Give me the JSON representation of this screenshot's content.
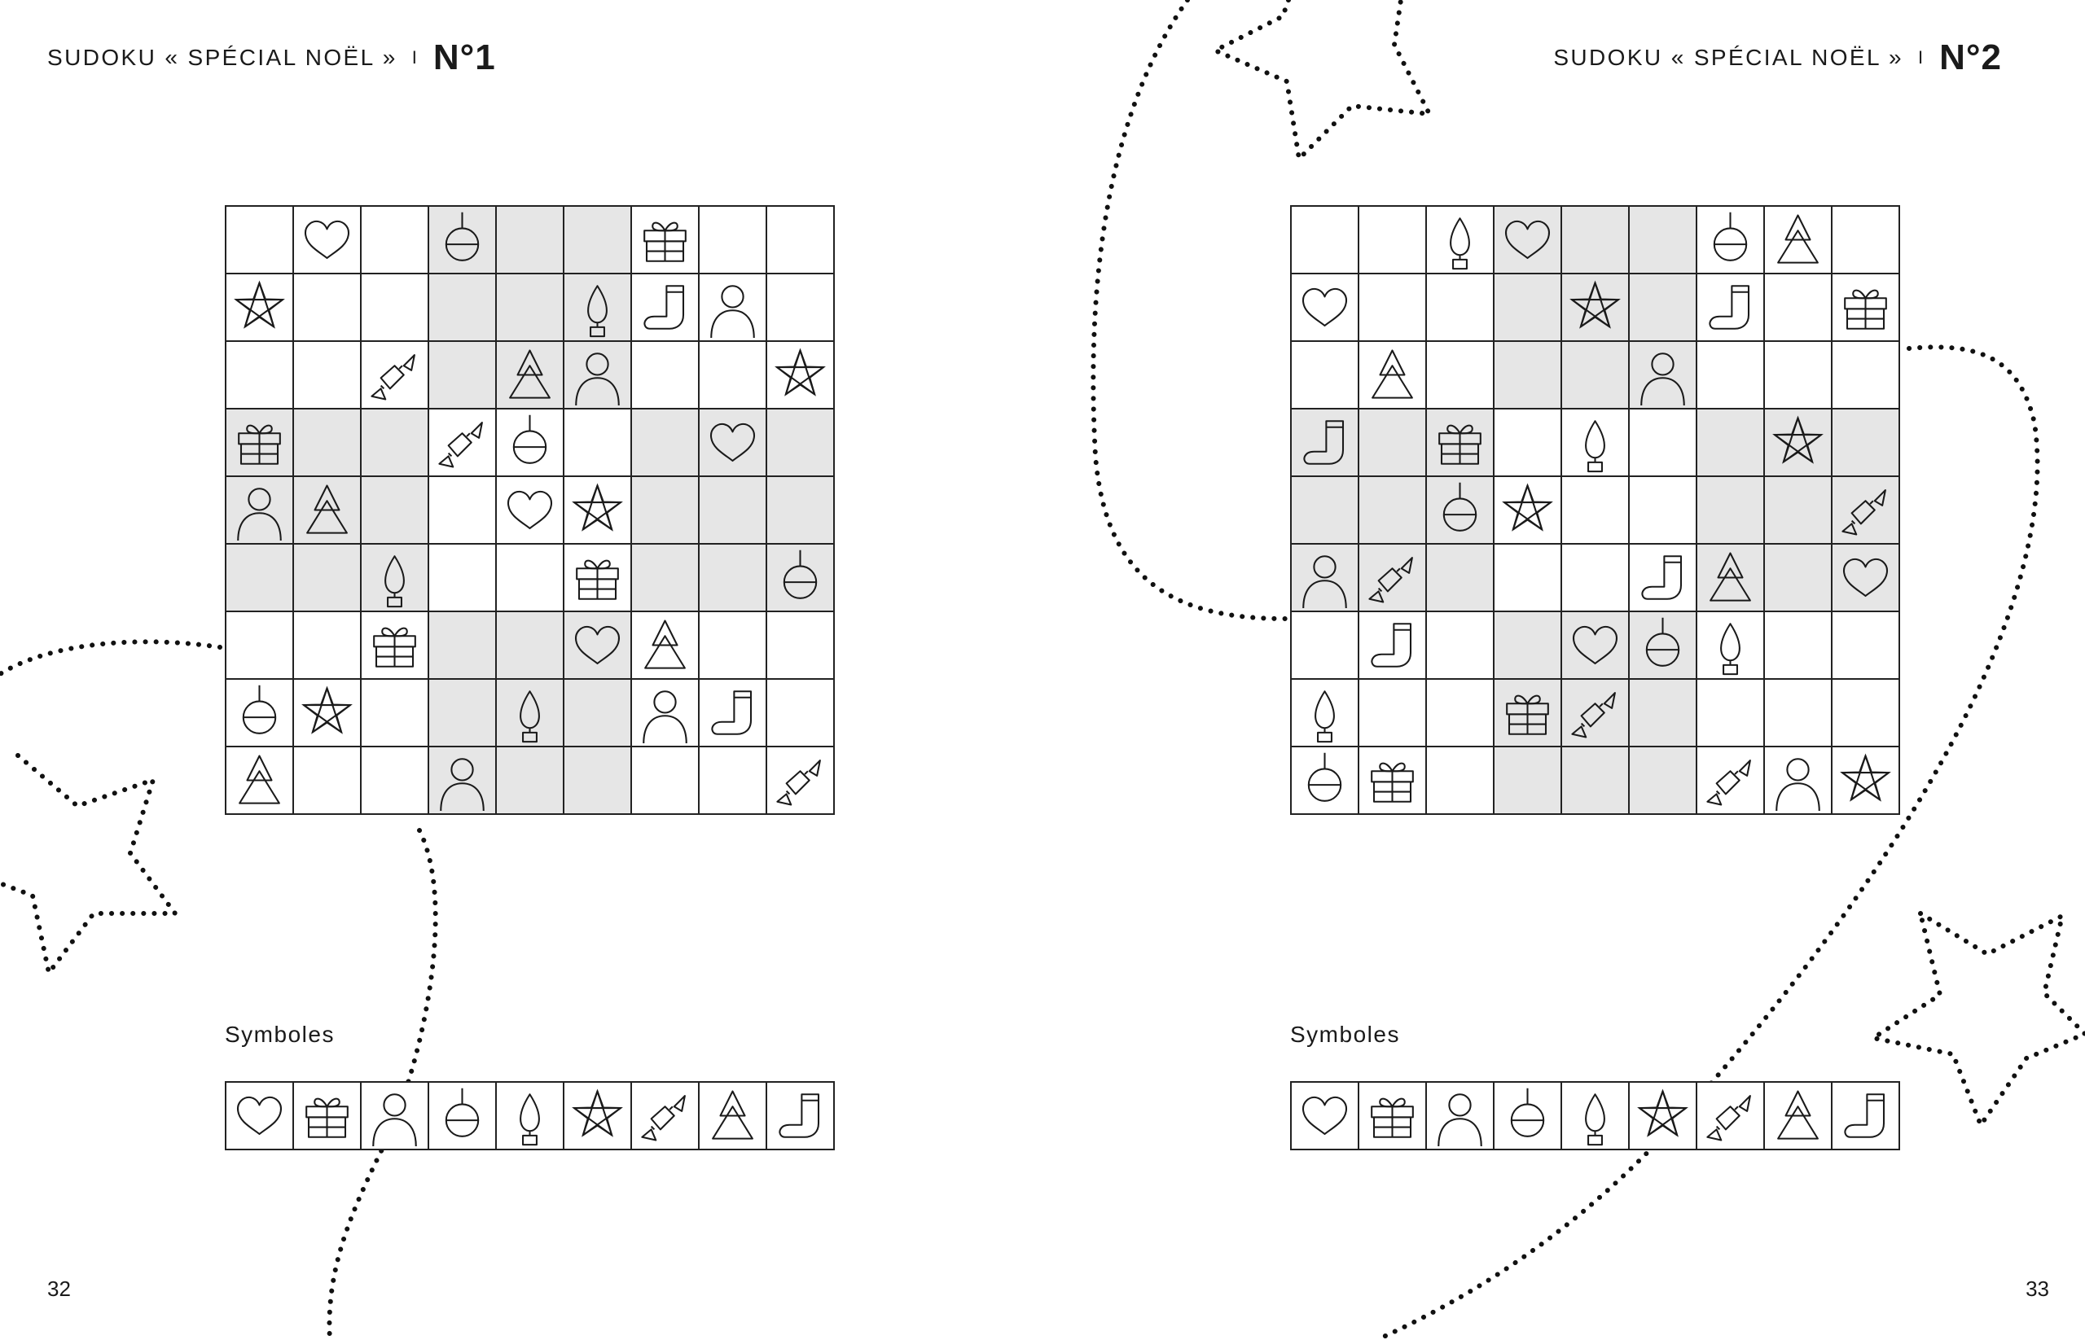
{
  "spread": {
    "accent_color": "#1a1a1a",
    "shade_color": "#e6e6e6",
    "pages": [
      {
        "title": "SUDOKU « SPÉCIAL NOËL »",
        "separator": "I",
        "number": "N°1",
        "symbols_label": "Symboles",
        "page_number": "32",
        "grid": [
          [
            "",
            "heart",
            "",
            "ornament",
            "",
            "",
            "gift",
            "",
            ""
          ],
          [
            "star",
            "",
            "",
            "",
            "",
            "candle",
            "stocking",
            "snowman",
            ""
          ],
          [
            "",
            "",
            "candy",
            "",
            "tree",
            "snowman",
            "",
            "",
            "star"
          ],
          [
            "gift",
            "",
            "",
            "candy",
            "ornament",
            "",
            "",
            "heart",
            ""
          ],
          [
            "snowman",
            "tree",
            "",
            "",
            "heart",
            "star",
            "",
            "",
            ""
          ],
          [
            "",
            "",
            "candle",
            "",
            "",
            "gift",
            "",
            "",
            "ornament"
          ],
          [
            "",
            "",
            "gift",
            "",
            "",
            "heart",
            "tree",
            "",
            ""
          ],
          [
            "ornament",
            "star",
            "",
            "",
            "candle",
            "",
            "snowman",
            "stocking",
            ""
          ],
          [
            "tree",
            "",
            "",
            "snowman",
            "",
            "",
            "",
            "",
            "candy"
          ]
        ]
      },
      {
        "title": "SUDOKU « SPÉCIAL NOËL »",
        "separator": "I",
        "number": "N°2",
        "symbols_label": "Symboles",
        "page_number": "33",
        "grid": [
          [
            "",
            "",
            "candle",
            "heart",
            "",
            "",
            "ornament",
            "tree",
            ""
          ],
          [
            "heart",
            "",
            "",
            "",
            "star",
            "",
            "stocking",
            "",
            "gift"
          ],
          [
            "",
            "tree",
            "",
            "",
            "",
            "snowman",
            "",
            "",
            ""
          ],
          [
            "stocking",
            "",
            "gift",
            "",
            "candle",
            "",
            "",
            "star",
            ""
          ],
          [
            "",
            "",
            "ornament",
            "star",
            "",
            "",
            "",
            "",
            "candy"
          ],
          [
            "snowman",
            "candy",
            "",
            "",
            "",
            "stocking",
            "tree",
            "",
            "heart"
          ],
          [
            "",
            "stocking",
            "",
            "",
            "heart",
            "ornament",
            "candle",
            "",
            ""
          ],
          [
            "candle",
            "",
            "",
            "gift",
            "candy",
            "",
            "",
            "",
            ""
          ],
          [
            "ornament",
            "gift",
            "",
            "",
            "",
            "",
            "candy",
            "snowman",
            "star"
          ]
        ]
      }
    ],
    "symbol_key": [
      "heart",
      "gift",
      "snowman",
      "ornament",
      "candle",
      "star",
      "candy",
      "tree",
      "stocking"
    ]
  }
}
